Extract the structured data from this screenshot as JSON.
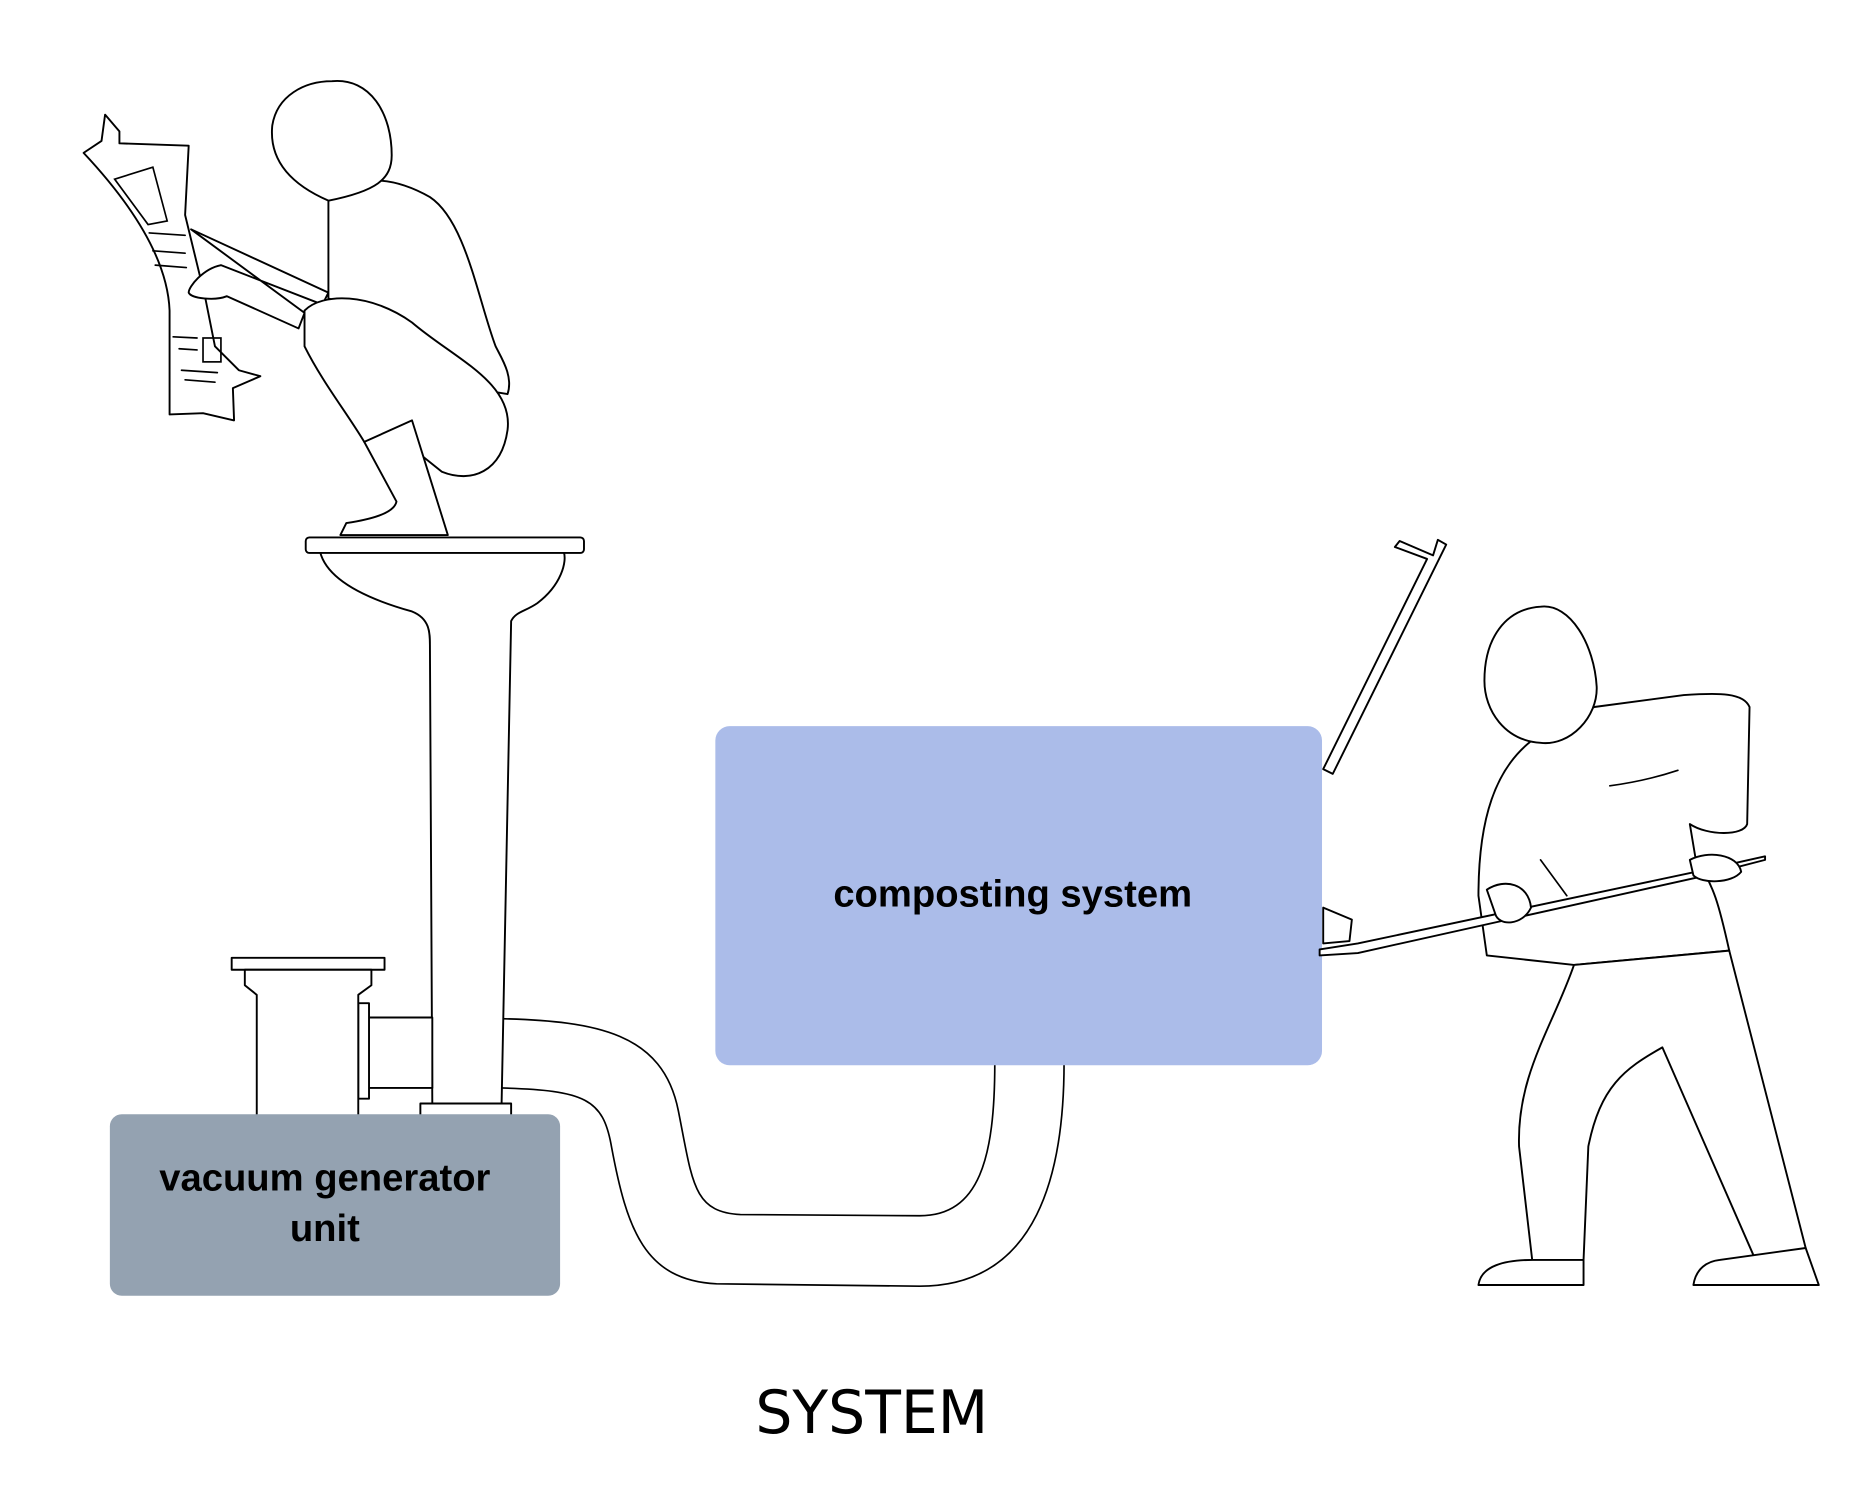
{
  "diagram": {
    "title": "SYSTEM",
    "composting": {
      "label": "composting system",
      "color": "#abbce9"
    },
    "vacuum": {
      "label_line1": "vacuum generator",
      "label_line2": "unit",
      "color": "#94a2b1"
    }
  }
}
